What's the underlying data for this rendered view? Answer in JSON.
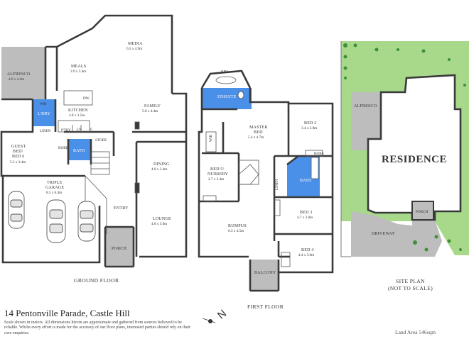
{
  "address": "14 Pentonville Parade, Castle Hill",
  "disclaimer": "Scale shown in meters. All dimensions herein are approximate and gathered from sources believed to be  reliable. Whilst every effort is made for the accuracy of our floor plans, interested parties should rely on their own enquiries.",
  "land_area": "Land Area 546sqm",
  "compass_letter": "N",
  "colors": {
    "wet_area": "#4a8fe8",
    "outdoor": "#bdbdbd",
    "garden": "#a8d98a",
    "wall": "#3a3a3a"
  },
  "ground_floor": {
    "caption": "GROUND FLOOR",
    "rooms": {
      "alfresco": {
        "name": "ALFRESCO",
        "dim": "4.6 x 4.4m"
      },
      "meals": {
        "name": "MEALS",
        "dim": "3.9 x 3.4m"
      },
      "media": {
        "name": "MEDIA",
        "dim": "6.5 x 4.9m"
      },
      "kitchen": {
        "name": "KITCHEN",
        "dim": "3.8 x 3.5m"
      },
      "family": {
        "name": "FAMILY",
        "dim": "5.0 x 4.4m"
      },
      "laundry": {
        "name": "L'DRY"
      },
      "wm": "WM",
      "linen": "LINEN",
      "pantry": "P'TRY",
      "ln": "LN",
      "f": "F",
      "dw": "DW",
      "guest_bed": {
        "line1": "GUEST",
        "line2": "BED/",
        "line3": "BED 6",
        "dim": "5.2 x 3.4m"
      },
      "bath": {
        "name": "BATH"
      },
      "robe": "ROBE",
      "store": "STORE",
      "dining": {
        "name": "DINING",
        "dim": "4.0 x 3.4m"
      },
      "triple_garage": {
        "name": "TRIPLE",
        "name2": "GARAGE",
        "dim": "8.5 x 6.4m"
      },
      "entry": {
        "name": "ENTRY"
      },
      "lounge": {
        "name": "LOUNGE",
        "dim": "4.0 x 5.6m"
      },
      "porch": {
        "name": "PORCH"
      }
    }
  },
  "first_floor": {
    "caption": "FIRST FLOOR",
    "rooms": {
      "spa": {
        "name": "SPA"
      },
      "ensuite": {
        "name": "ENSUITE"
      },
      "master_bed": {
        "name": "MASTER",
        "name2": "BED",
        "dim": "5.4 x 4.7m"
      },
      "bed2": {
        "name": "BED 2",
        "dim": "3.4 x 3.8m"
      },
      "wir": "WIR",
      "robe": "ROBE",
      "bed5": {
        "name": "BED 5/",
        "name2": "NURSERY",
        "dim": "2.7 x 3.4m"
      },
      "linen": "LINEN",
      "bath": {
        "name": "BATH"
      },
      "bed3": {
        "name": "BED 3",
        "dim": "4.7 x 3.0m"
      },
      "rumpus": {
        "name": "RUMPUS",
        "dim": "6.3 x 4.5m"
      },
      "bed4": {
        "name": "BED 4",
        "dim": "4.4 x 3.0m"
      },
      "balcony": {
        "name": "BALCONY"
      }
    }
  },
  "site_plan": {
    "caption": "SITE PLAN",
    "caption2": "(NOT TO SCALE)",
    "residence": "RESIDENCE",
    "alfresco": "ALFRESCO",
    "porch": "PORCH",
    "driveway": "DRIVEWAY"
  }
}
